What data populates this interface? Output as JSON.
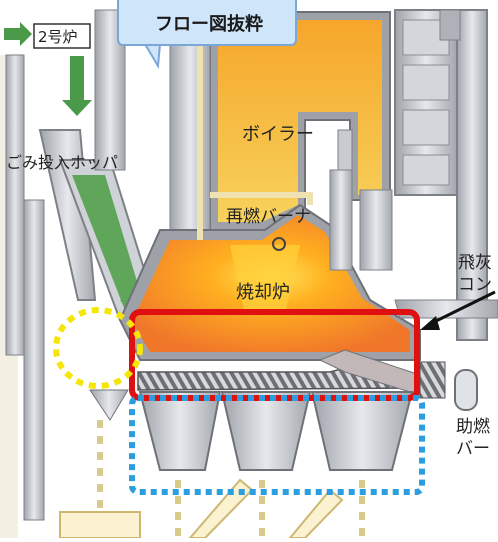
{
  "callout": {
    "title": "フロー図抜粋"
  },
  "labels": {
    "furnace2": "2号炉",
    "hopper": "ごみ投入ホッパ",
    "boiler": "ボイラー",
    "reburn": "再燃バーナ",
    "incinerator": "焼却炉",
    "flyash_1": "飛灰",
    "flyash_2": "コン",
    "aux_1": "助燃",
    "aux_2": "バー"
  },
  "colors": {
    "boiler_orange": "#f39a1e",
    "boiler_yellow": "#f7c64a",
    "furnace_orange": "#f07a2a",
    "hopper_green": "#5fa55a",
    "arrow_green": "#4a9a4a",
    "steel_gray": "#b9bcc2",
    "red_box": "#e01010",
    "blue_dotted": "#2a9ee0",
    "yellow_dotted": "#f5e60a",
    "callout_blue": "#cfe6fa"
  }
}
